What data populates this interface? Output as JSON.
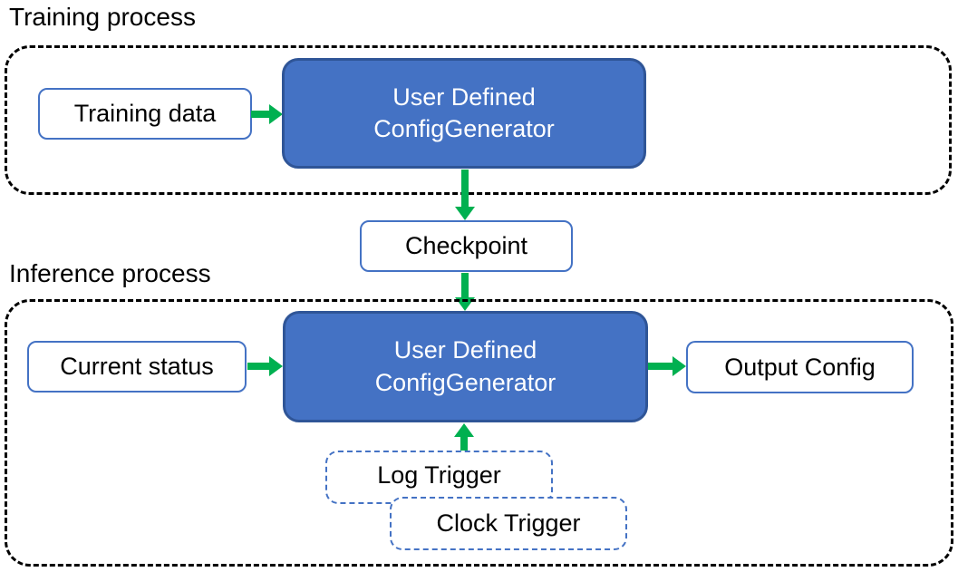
{
  "colors": {
    "blue": "#4472C4",
    "blue_dark": "#2F5597",
    "green": "#00B050",
    "line_black": "#000000"
  },
  "training": {
    "label": "Training process",
    "data_box": "Training data",
    "generator": {
      "line1": "User Defined",
      "line2": "ConfigGenerator"
    }
  },
  "checkpoint": {
    "label": "Checkpoint"
  },
  "inference": {
    "label": "Inference process",
    "status_box": "Current status",
    "generator": {
      "line1": "User Defined",
      "line2": "ConfigGenerator"
    },
    "output_box": "Output Config",
    "log_trigger": "Log Trigger",
    "clock_trigger": "Clock Trigger"
  }
}
